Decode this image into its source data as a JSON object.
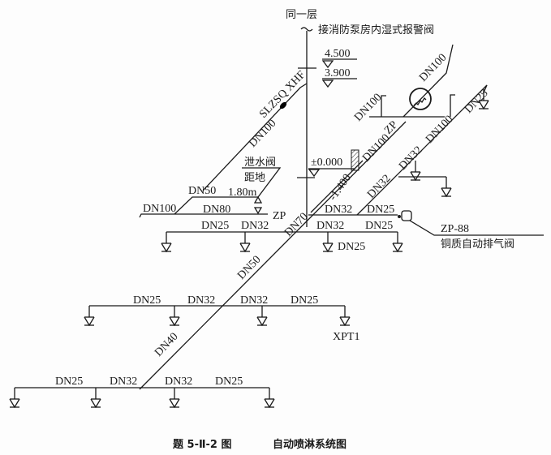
{
  "title_top": "同一层",
  "source_note": "接消防泵房内湿式报警阀",
  "elevations": {
    "e1": "4.500",
    "e2": "3.900",
    "e3": "±0.000",
    "e4": "-1.400"
  },
  "valve_label": "SLZSQ XHF",
  "drain": {
    "line1": "泄水阀",
    "line2": "距地",
    "height": "1.80m"
  },
  "air_valve": {
    "model": "ZP-88",
    "name": "铜质自动排气阀"
  },
  "sprinkler_tag": "XPT1",
  "labels": {
    "dn100_riser": "DN100",
    "dn100_left": "DN100",
    "dn50_top": "DN50",
    "dn80": "DN80",
    "zp_left": "ZP",
    "dn100_valve": "DN100",
    "dn100_loopL": "DN100",
    "zp_diag": "ZP",
    "dn100_diag": "DN100",
    "dn100_right": "DN100",
    "dn25_right": "DN25",
    "dn32_d1": "DN32",
    "dn32_d2": "DN32",
    "dn70": "DN70",
    "dn50_main": "DN50",
    "dn40": "DN40",
    "r1_dn32": "DN32",
    "r1_dn25": "DN25",
    "r2_dn25a": "DN25",
    "r2_dn32a": "DN32",
    "r2_dn32b": "DN32",
    "r2_dn25b": "DN25",
    "r2_dn25c": "DN25",
    "r3_dn25a": "DN25",
    "r3_dn32a": "DN32",
    "r3_dn32b": "DN32",
    "r3_dn25b": "DN25",
    "r4_dn25a": "DN25",
    "r4_dn32a": "DN32",
    "r4_dn32b": "DN32",
    "r4_dn25b": "DN25"
  },
  "caption": {
    "number": "题 5-Ⅱ-2 图",
    "title": "自动喷淋系统图"
  }
}
